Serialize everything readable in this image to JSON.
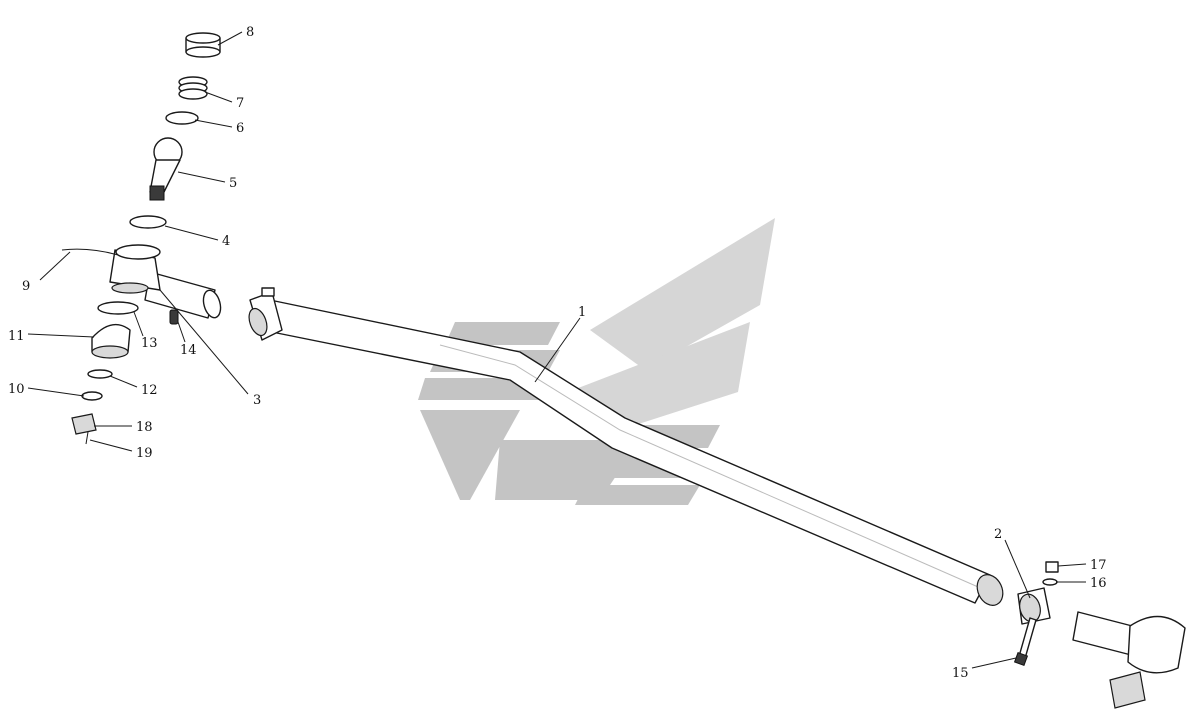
{
  "diagram": {
    "type": "exploded-assembly",
    "callouts": [
      {
        "id": "1",
        "label": "1"
      },
      {
        "id": "2",
        "label": "2"
      },
      {
        "id": "3",
        "label": "3"
      },
      {
        "id": "4",
        "label": "4"
      },
      {
        "id": "5",
        "label": "5"
      },
      {
        "id": "6",
        "label": "6"
      },
      {
        "id": "7",
        "label": "7"
      },
      {
        "id": "8",
        "label": "8"
      },
      {
        "id": "9",
        "label": "9"
      },
      {
        "id": "10",
        "label": "10"
      },
      {
        "id": "11",
        "label": "11"
      },
      {
        "id": "12",
        "label": "12"
      },
      {
        "id": "13",
        "label": "13"
      },
      {
        "id": "14",
        "label": "14"
      },
      {
        "id": "15",
        "label": "15"
      },
      {
        "id": "16",
        "label": "16"
      },
      {
        "id": "17",
        "label": "17"
      },
      {
        "id": "18",
        "label": "18"
      },
      {
        "id": "19",
        "label": "19"
      }
    ],
    "colors": {
      "line": "#1a1a1a",
      "watermark": "#c4c4c4"
    }
  }
}
